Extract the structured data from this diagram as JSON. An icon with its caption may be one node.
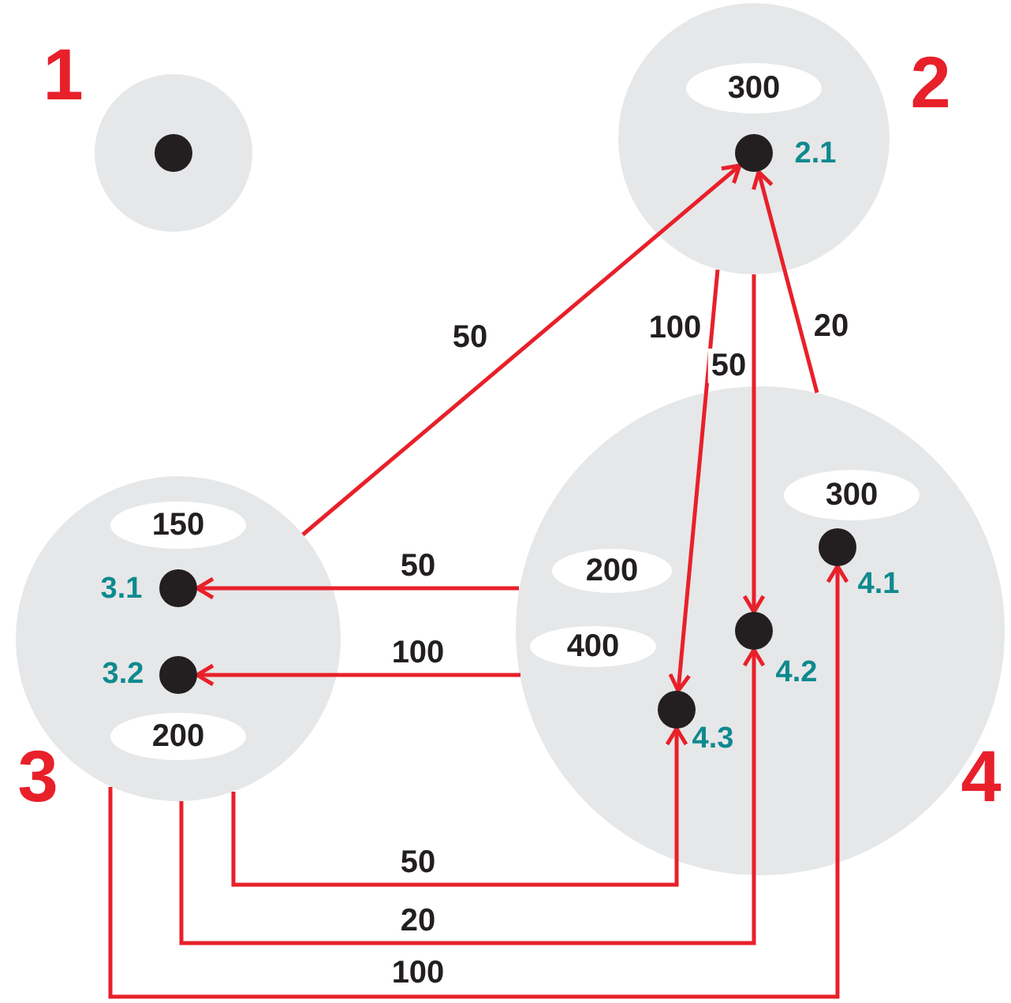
{
  "diagram": {
    "nodes": [
      {
        "text": [
          "1"
        ]
      },
      {
        "text": [],
        "shape": "circle",
        "in": 0
      },
      {
        "text": [
          "2"
        ]
      },
      {
        "text": [
          "300"
        ],
        "in": 2
      },
      {
        "text": [],
        "shape": "circle",
        "in": 2,
        "beside": [
          "2.1"
        ]
      },
      {
        "text": [
          "3"
        ]
      },
      {
        "text": [
          "150"
        ],
        "in": 5
      },
      {
        "text": [],
        "shape": "circle",
        "in": 5,
        "beside": [
          "3.1"
        ]
      },
      {
        "text": [],
        "shape": "circle",
        "in": 5,
        "beside": [
          "3.2"
        ]
      },
      {
        "text": [
          "200"
        ],
        "in": 5
      },
      {
        "text": [
          "4"
        ]
      },
      {
        "text": [
          "300"
        ],
        "in": 10
      },
      {
        "text": [],
        "shape": "circle",
        "in": 10,
        "beside": [
          "4.1"
        ]
      },
      {
        "text": [
          "200"
        ],
        "in": 10
      },
      {
        "text": [],
        "shape": "circle",
        "in": 10,
        "beside": [
          "4.2"
        ]
      },
      {
        "text": [
          "400"
        ],
        "in": 10
      },
      {
        "text": [],
        "shape": "circle",
        "in": 10,
        "beside": [
          "4.3"
        ]
      }
    ],
    "edges": [
      {
        "from": 5,
        "to": 4,
        "arrow": "to",
        "label": "50"
      },
      {
        "from": 2,
        "to": 16,
        "arrow": "to",
        "label": "100"
      },
      {
        "from": 2,
        "to": 14,
        "arrow": "to",
        "label": "50"
      },
      {
        "from": 10,
        "to": 4,
        "arrow": "to",
        "label": "20"
      },
      {
        "from": 10,
        "to": 7,
        "arrow": "to",
        "label": "50"
      },
      {
        "from": 10,
        "to": 8,
        "arrow": "to",
        "label": "100"
      },
      {
        "from": 5,
        "to": 16,
        "arrow": "to",
        "label": "50"
      },
      {
        "from": 5,
        "to": 14,
        "arrow": "to",
        "label": "20"
      },
      {
        "from": 5,
        "to": 12,
        "arrow": "to",
        "label": "100"
      }
    ]
  }
}
